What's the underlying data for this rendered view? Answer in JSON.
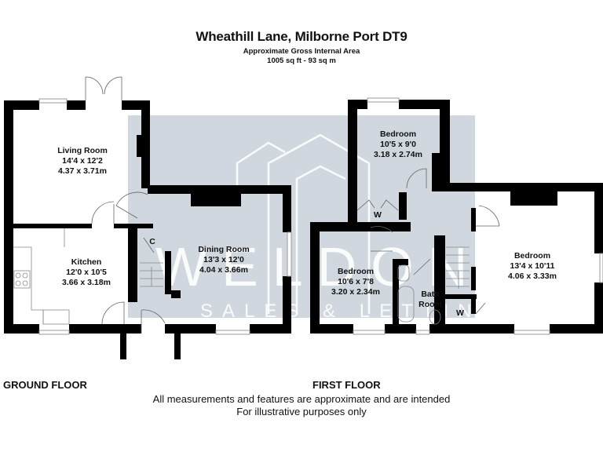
{
  "header": {
    "title": "Wheathill Lane, Milborne Port DT9",
    "subtitle": "Approximate Gross Internal Area",
    "area": "1005 sq ft - 93 sq m"
  },
  "watermark": {
    "brand": "WELDONS",
    "tagline": "SALES & LETTINGS",
    "background_color": "#d0d7df"
  },
  "floors": [
    {
      "label": "GROUND FLOOR",
      "rooms": [
        {
          "name": "Living Room",
          "imperial": "14'4 x 12'2",
          "metric": "4.37 x 3.71m"
        },
        {
          "name": "Kitchen",
          "imperial": "12'0 x 10'5",
          "metric": "3.66 x 3.18m"
        },
        {
          "name": "Dining Room",
          "imperial": "13'3 x 12'0",
          "metric": "4.04 x 3.66m"
        },
        {
          "name": "C"
        }
      ]
    },
    {
      "label": "FIRST FLOOR",
      "rooms": [
        {
          "name": "Bedroom",
          "imperial": "10'5 x 9'0",
          "metric": "3.18 x 2.74m"
        },
        {
          "name": "Bedroom",
          "imperial": "10'6 x 7'8",
          "metric": "3.20 x 2.34m"
        },
        {
          "name": "Bedroom",
          "imperial": "13'4 x 10'11",
          "metric": "4.06 x 3.33m"
        },
        {
          "name": "Bath Room",
          "line1": "Bath",
          "line2": "Room"
        },
        {
          "name": "W"
        },
        {
          "name": "W"
        }
      ]
    }
  ],
  "footer": {
    "disclaimer_line1": "All measurements and features are approximate and are intended",
    "disclaimer_line2": "For illustrative purposes only"
  },
  "colors": {
    "wall": "#000000",
    "watermark_bg": "#d0d7df",
    "fixture_line": "#888888"
  }
}
